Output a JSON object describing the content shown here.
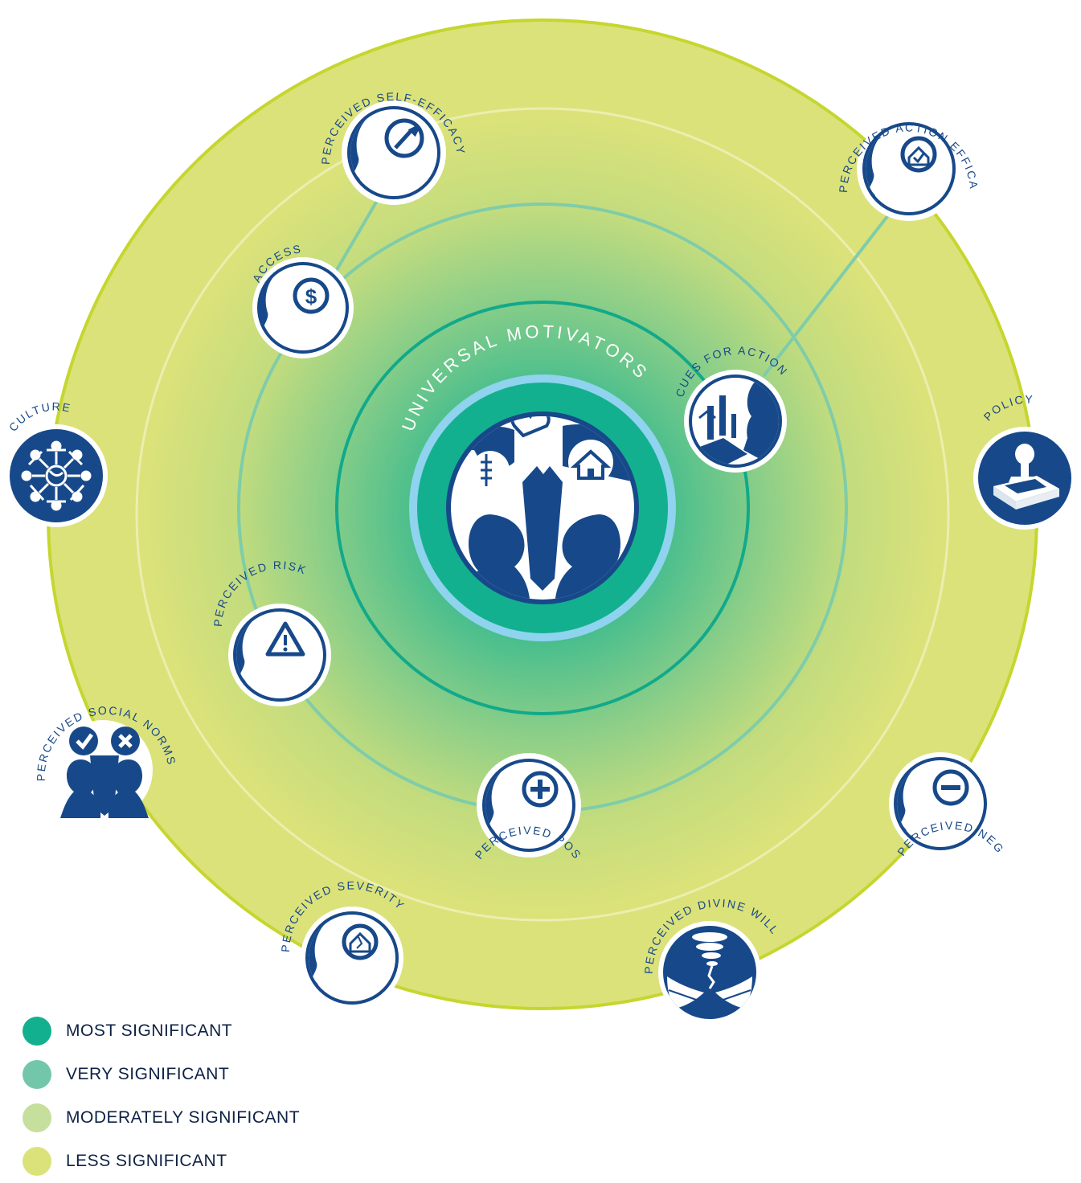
{
  "title": "UNIVERSAL MOTIVATORS",
  "colors": {
    "navy": "#17498a",
    "most": "#12b08e",
    "very": "#72c7aa",
    "moderate": "#c6df9c",
    "less": "#dbe27a",
    "ring_outline": "#c5d62e",
    "ring_light": "#8fd3ef"
  },
  "factors": {
    "self_efficacy": {
      "label": "PERCEIVED SELF-EFFICACY",
      "icon": "wrench-icon"
    },
    "action_efficacy": {
      "label": "PERCEIVED ACTION EFFICACY",
      "icon": "house-check-icon"
    },
    "access": {
      "label": "ACCESS",
      "icon": "dollar-icon"
    },
    "cues": {
      "label": "CUES FOR ACTION",
      "icon": "cues-scene-icon"
    },
    "culture": {
      "label": "CULTURE",
      "icon": "people-circle-icon"
    },
    "policy": {
      "label": "POLICY",
      "icon": "stamp-icon"
    },
    "risk": {
      "label": "PERCEIVED RISK",
      "icon": "warning-icon"
    },
    "social_norms": {
      "label": "PERCEIVED SOCIAL NORMS",
      "icon": "check-cross-people-icon"
    },
    "positive": {
      "label": "PERCEIVED POSITIVE CONSEQUENCES",
      "icon": "plus-icon"
    },
    "negative": {
      "label": "PERCEIVED NEGATIVE CONSEQUENCES",
      "icon": "minus-icon"
    },
    "severity": {
      "label": "PERCEIVED SEVERITY",
      "icon": "damaged-house-icon"
    },
    "divine": {
      "label": "PERCEIVED DIVINE WILL",
      "icon": "tornado-hands-icon"
    }
  },
  "legend": [
    {
      "label": "MOST SIGNIFICANT",
      "color": "#12b08e"
    },
    {
      "label": "VERY SIGNIFICANT",
      "color": "#72c7aa"
    },
    {
      "label": "MODERATELY SIGNIFICANT",
      "color": "#c6df9c"
    },
    {
      "label": "LESS SIGNIFICANT",
      "color": "#dbe27a"
    }
  ]
}
